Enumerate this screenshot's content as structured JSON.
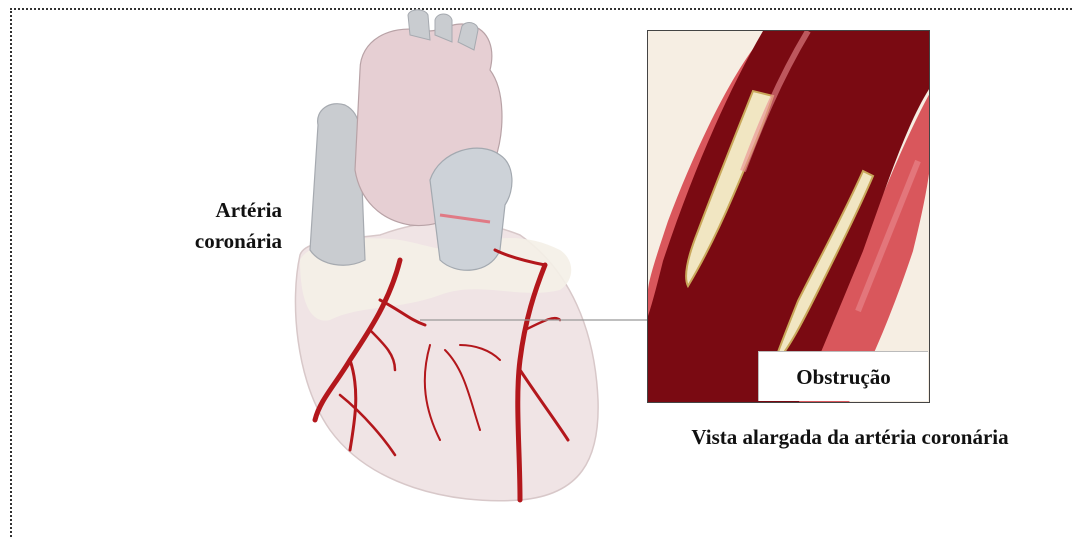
{
  "labels": {
    "artery_line1": "Artéria",
    "artery_line2": "coronária",
    "obstruction": "Obstrução",
    "zoom_caption": "Vista alargada da artéria coronária"
  },
  "colors": {
    "heart_fill": "#efe3e4",
    "heart_fat": "#f3efe6",
    "aorta": "#e8cfd2",
    "vessel_gray": "#c9ccd0",
    "artery_red": "#b3171c",
    "vessel_wall": "#d9575c",
    "vessel_lumen": "#7a0a12",
    "plaque": "#f1e6c2",
    "frame_border": "#333333"
  }
}
